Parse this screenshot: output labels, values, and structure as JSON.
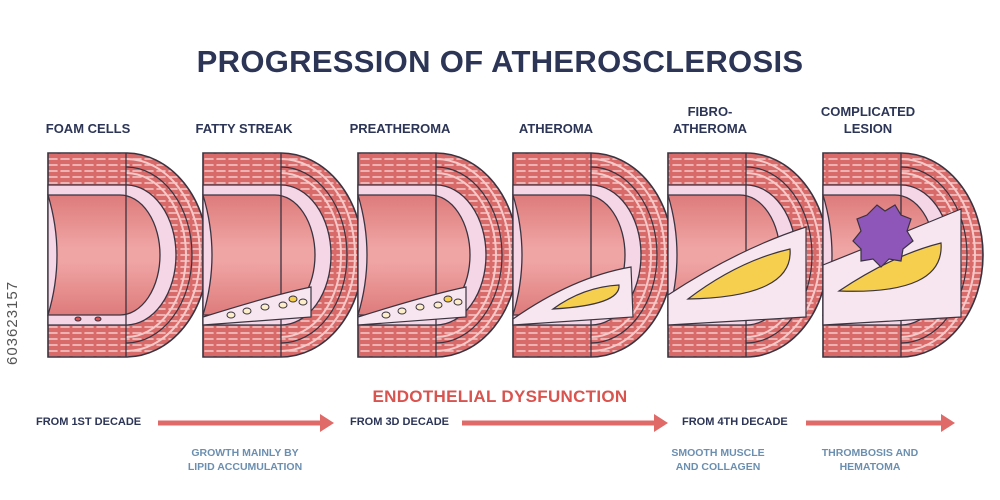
{
  "title": "PROGRESSION OF ATHEROSCLEROSIS",
  "stages": [
    {
      "line1": "FOAM CELLS",
      "line2": ""
    },
    {
      "line1": "FATTY STREAK",
      "line2": ""
    },
    {
      "line1": "PREATHEROMA",
      "line2": ""
    },
    {
      "line1": "ATHEROMA",
      "line2": ""
    },
    {
      "line1": "FIBRO-",
      "line2": "ATHEROMA"
    },
    {
      "line1": "COMPLICATED",
      "line2": "LESION"
    }
  ],
  "endothelial": "ENDOTHELIAL DYSFUNCTION",
  "decades": [
    "FROM 1ST DECADE",
    "FROM 3D DECADE",
    "FROM 4TH DECADE"
  ],
  "notes": [
    {
      "line1": "GROWTH MAINLY BY",
      "line2": "LIPID ACCUMULATION"
    },
    {
      "line1": "SMOOTH MUSCLE",
      "line2": "AND COLLAGEN"
    },
    {
      "line1": "THROMBOSIS AND",
      "line2": "HEMATOMA"
    }
  ],
  "stock_id": "603623157",
  "colors": {
    "title": "#2c3556",
    "accent": "#d9534f",
    "note": "#6b8fb0",
    "wall": "#d96a6a",
    "lumen": "#e88d8d",
    "intima": "#f4d6e6",
    "lipid": "#f7cf4f",
    "thrombus": "#8e56b8"
  }
}
